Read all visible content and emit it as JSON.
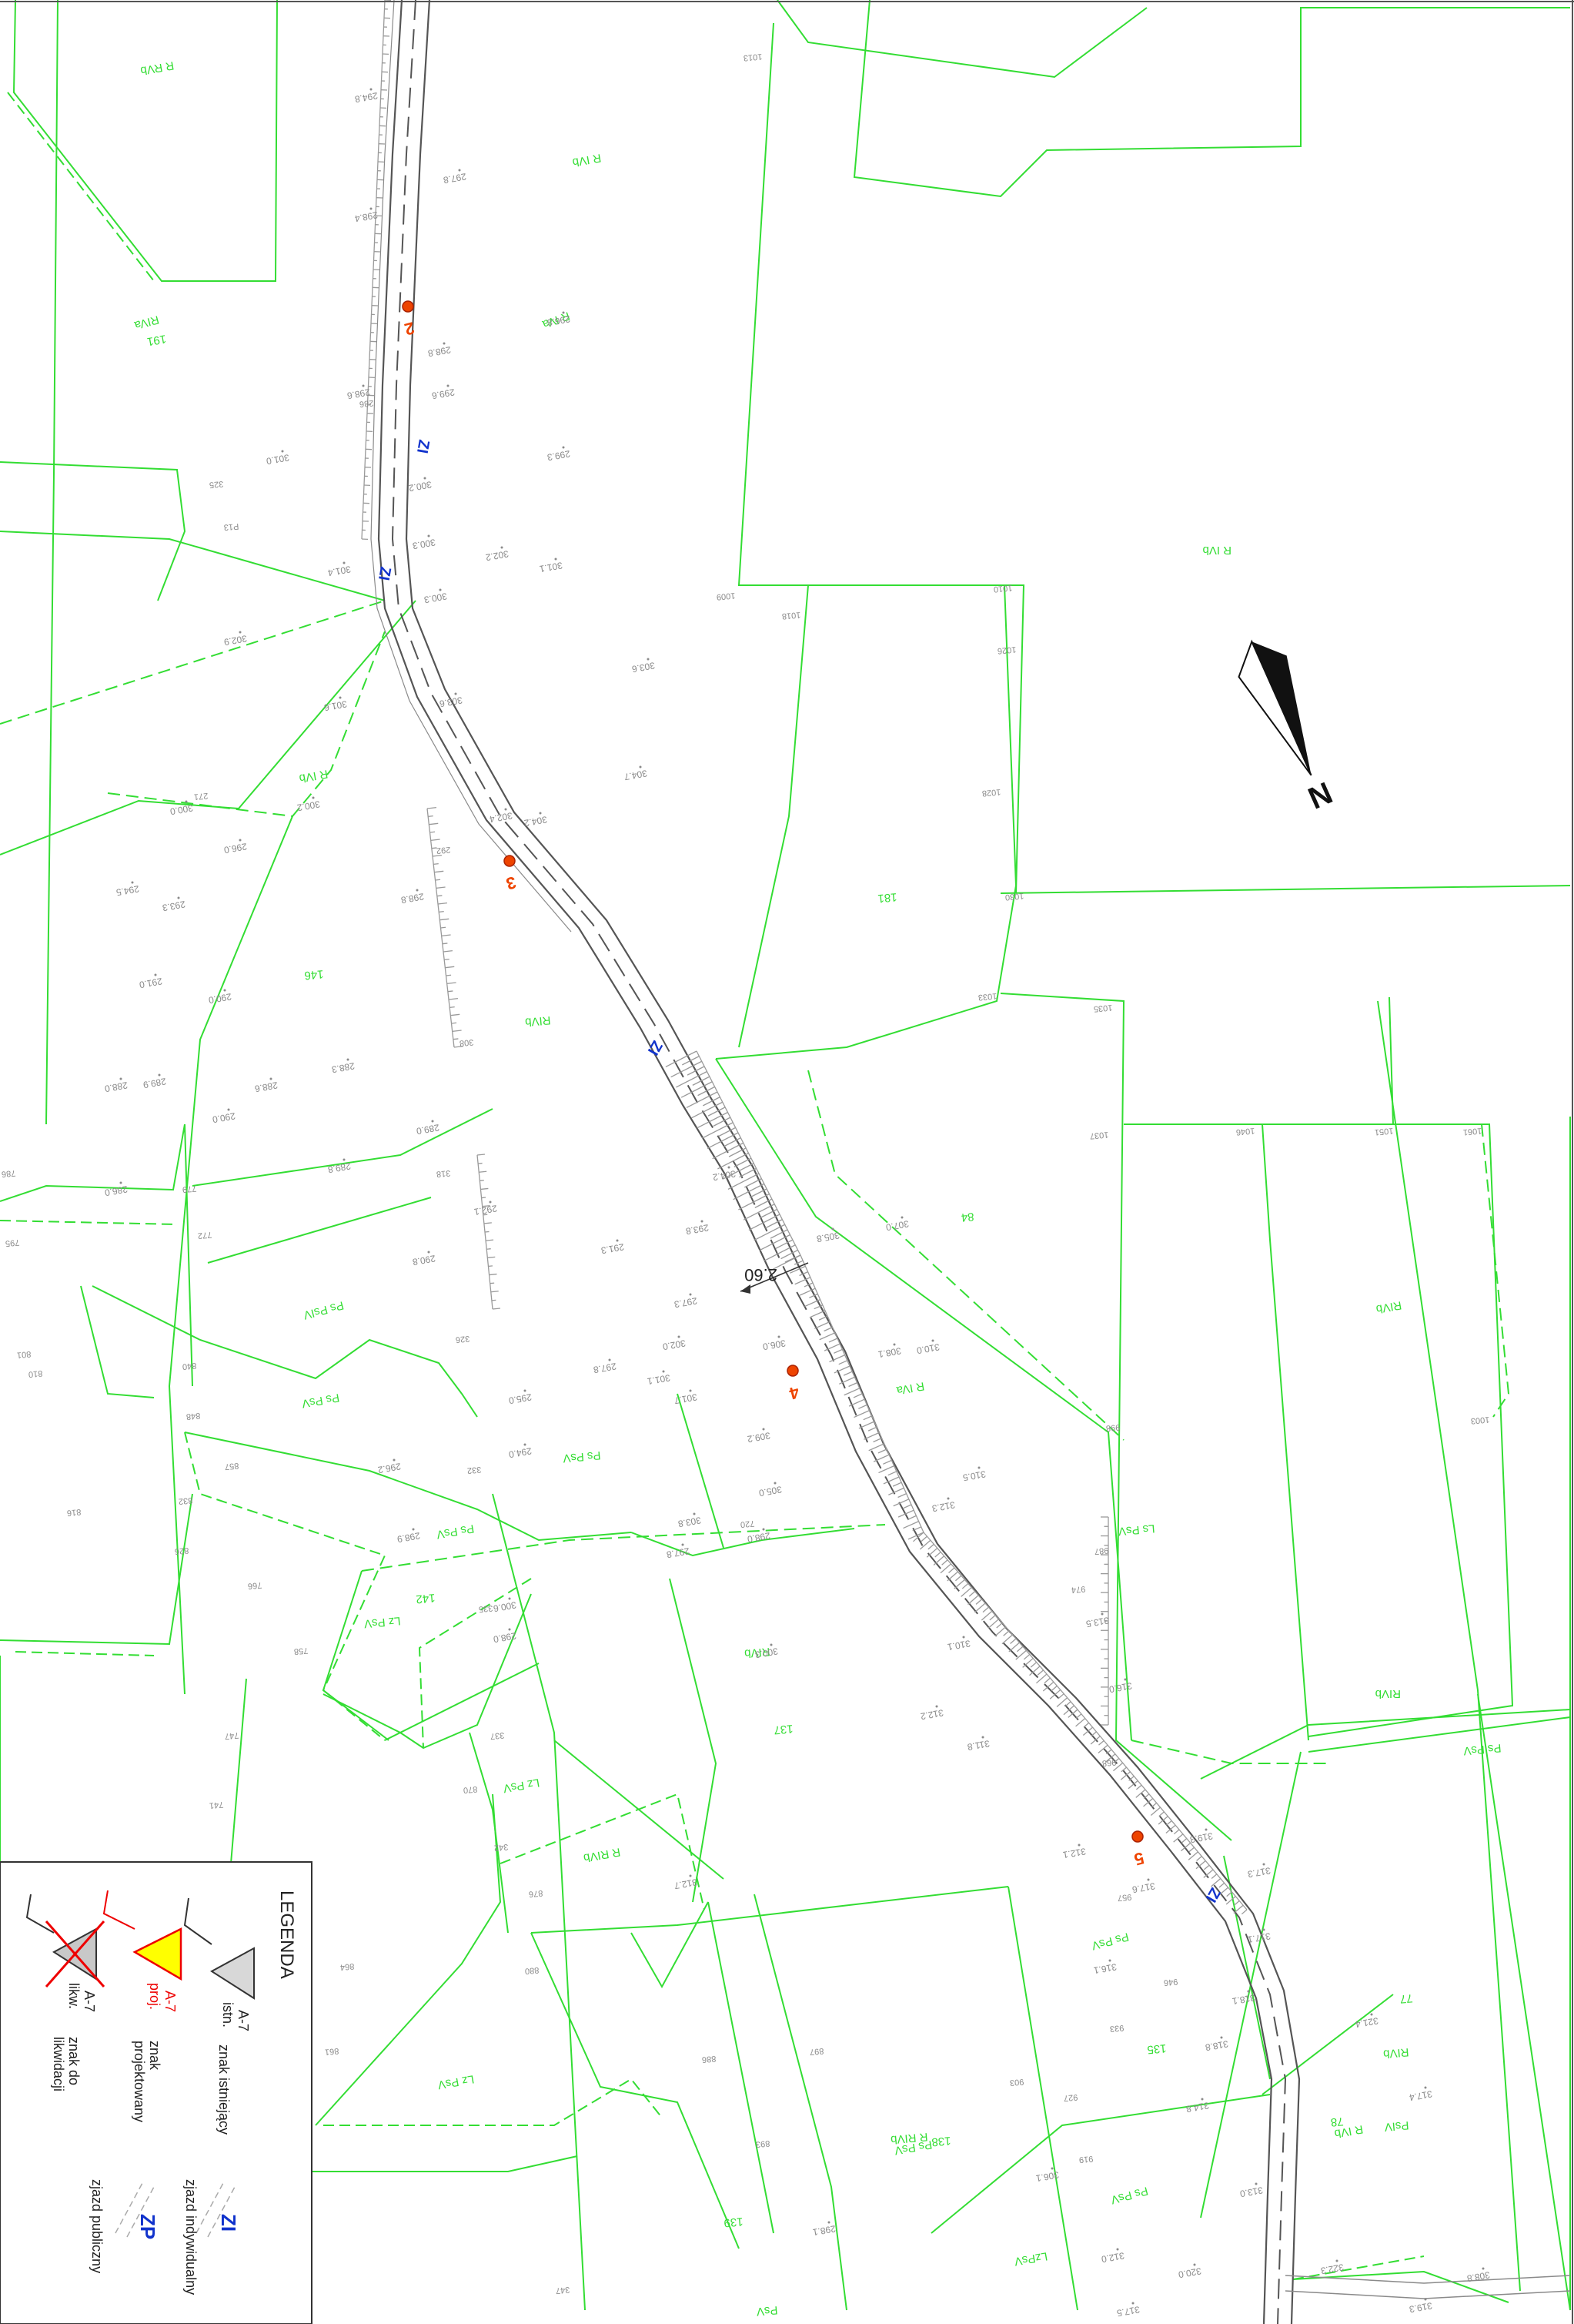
{
  "map": {
    "colors": {
      "background": "#ffffff",
      "parcel": "#33dd33",
      "road": "#555555",
      "elevation": "#8a8a8a",
      "sign_marker": "#ee4400",
      "driveway": "#1133cc",
      "frame": "#333333",
      "legend_existing_fill": "#d8d8d8",
      "legend_project_fill": "#ffff00",
      "legend_project_text": "#ee0000",
      "legend_remove_mark": "#ee0000"
    },
    "north_label": "N",
    "road_labels": {
      "dimension": "2.60",
      "sign_numbers": [
        "2",
        "3",
        "4",
        "5"
      ],
      "driveway_codes": [
        "ZI",
        "ZI",
        "ZI",
        "ZI"
      ]
    },
    "parcel_labels": [
      {
        "text": "R RVb"
      },
      {
        "text": "RIVa"
      },
      {
        "text": "R IVb"
      },
      {
        "text": "R IVa"
      },
      {
        "text": "R IVb"
      },
      {
        "text": "RIVb"
      },
      {
        "text": "Ps PsIV"
      },
      {
        "text": "Ps PsV"
      },
      {
        "text": "R IVa"
      },
      {
        "text": "R IVb"
      },
      {
        "text": "RIVb"
      },
      {
        "text": "Ps PsV"
      },
      {
        "text": "Ps PsV"
      },
      {
        "text": "Lz PsV"
      },
      {
        "text": "Lz PsV"
      },
      {
        "text": "Ls PsV"
      },
      {
        "text": "R RIVb"
      },
      {
        "text": "RIVb"
      },
      {
        "text": "R IVb"
      },
      {
        "text": "Ps PsV"
      },
      {
        "text": "R RIVb"
      },
      {
        "text": "Ps PsV"
      },
      {
        "text": "RIVb"
      },
      {
        "text": "Ps PsV"
      },
      {
        "text": "LzPsV"
      },
      {
        "text": "PsV"
      },
      {
        "text": "RIVb"
      },
      {
        "text": "Lz PsV"
      },
      {
        "text": "PsIV"
      },
      {
        "text": "Ps PsV"
      }
    ],
    "parcel_numbers": [
      {
        "text": "181"
      },
      {
        "text": "191"
      },
      {
        "text": "146"
      },
      {
        "text": "84"
      },
      {
        "text": "137"
      },
      {
        "text": "142"
      },
      {
        "text": "77"
      },
      {
        "text": "78"
      },
      {
        "text": "135"
      },
      {
        "text": "138"
      },
      {
        "text": "139"
      }
    ],
    "elevations": [
      {
        "text": "294.8"
      },
      {
        "text": "297.8"
      },
      {
        "text": "296.8"
      },
      {
        "text": "298.4"
      },
      {
        "text": "298.8"
      },
      {
        "text": "299.6"
      },
      {
        "text": "298.6"
      },
      {
        "text": "299.3"
      },
      {
        "text": "300.2"
      },
      {
        "text": "301.0"
      },
      {
        "text": "300.3"
      },
      {
        "text": "301.1"
      },
      {
        "text": "302.2"
      },
      {
        "text": "303.6"
      },
      {
        "text": "301.4"
      },
      {
        "text": "300.3"
      },
      {
        "text": "303.6"
      },
      {
        "text": "302.9"
      },
      {
        "text": "301.6"
      },
      {
        "text": "304.2"
      },
      {
        "text": "304.7"
      },
      {
        "text": "302.4"
      },
      {
        "text": "298.8"
      },
      {
        "text": "300.2"
      },
      {
        "text": "300.0"
      },
      {
        "text": "296.0"
      },
      {
        "text": "293.3"
      },
      {
        "text": "294.5"
      },
      {
        "text": "291.0"
      },
      {
        "text": "290.0"
      },
      {
        "text": "288.0"
      },
      {
        "text": "289.9"
      },
      {
        "text": "288.6"
      },
      {
        "text": "286.0"
      },
      {
        "text": "288.3"
      },
      {
        "text": "289.0"
      },
      {
        "text": "290.0"
      },
      {
        "text": "289.8"
      },
      {
        "text": "292.1"
      },
      {
        "text": "291.3"
      },
      {
        "text": "290.8"
      },
      {
        "text": "293.8"
      },
      {
        "text": "297.3"
      },
      {
        "text": "302.0"
      },
      {
        "text": "301.1"
      },
      {
        "text": "304.2"
      },
      {
        "text": "305.8"
      },
      {
        "text": "307.0"
      },
      {
        "text": "306.0"
      },
      {
        "text": "308.1"
      },
      {
        "text": "310.0"
      },
      {
        "text": "310.5"
      },
      {
        "text": "312.3"
      },
      {
        "text": "309.2"
      },
      {
        "text": "305.0"
      },
      {
        "text": "303.8"
      },
      {
        "text": "301.7"
      },
      {
        "text": "297.8"
      },
      {
        "text": "295.0"
      },
      {
        "text": "294.0"
      },
      {
        "text": "296.2"
      },
      {
        "text": "298.9"
      },
      {
        "text": "300.6"
      },
      {
        "text": "298.0"
      },
      {
        "text": "297.8"
      },
      {
        "text": "298.0"
      },
      {
        "text": "300.3"
      },
      {
        "text": "310.1"
      },
      {
        "text": "312.2"
      },
      {
        "text": "316.0"
      },
      {
        "text": "313.5"
      },
      {
        "text": "311.8"
      },
      {
        "text": "312.1"
      },
      {
        "text": "317.6"
      },
      {
        "text": "319.3"
      },
      {
        "text": "317.3"
      },
      {
        "text": "317.1"
      },
      {
        "text": "318.1"
      },
      {
        "text": "321.4"
      },
      {
        "text": "318.8"
      },
      {
        "text": "317.4"
      },
      {
        "text": "314.8"
      },
      {
        "text": "313.0"
      },
      {
        "text": "312.0"
      },
      {
        "text": "317.5"
      },
      {
        "text": "320.0"
      },
      {
        "text": "322.3"
      },
      {
        "text": "319.3"
      },
      {
        "text": "308.8"
      },
      {
        "text": "306.1"
      },
      {
        "text": "298.1"
      },
      {
        "text": "312.7"
      },
      {
        "text": "316.1"
      }
    ],
    "point_numbers": [
      {
        "text": "P13"
      },
      {
        "text": "325"
      },
      {
        "text": "286"
      },
      {
        "text": "271"
      },
      {
        "text": "292"
      },
      {
        "text": "308"
      },
      {
        "text": "318"
      },
      {
        "text": "326"
      },
      {
        "text": "332"
      },
      {
        "text": "335"
      },
      {
        "text": "337"
      },
      {
        "text": "342"
      },
      {
        "text": "347"
      },
      {
        "text": "1013"
      },
      {
        "text": "1009"
      },
      {
        "text": "1018"
      },
      {
        "text": "1010"
      },
      {
        "text": "1026"
      },
      {
        "text": "1028"
      },
      {
        "text": "1030"
      },
      {
        "text": "1033"
      },
      {
        "text": "1035"
      },
      {
        "text": "1037"
      },
      {
        "text": "1046"
      },
      {
        "text": "1051"
      },
      {
        "text": "1061"
      },
      {
        "text": "1003"
      },
      {
        "text": "998"
      },
      {
        "text": "987"
      },
      {
        "text": "974"
      },
      {
        "text": "968"
      },
      {
        "text": "957"
      },
      {
        "text": "946"
      },
      {
        "text": "933"
      },
      {
        "text": "927"
      },
      {
        "text": "919"
      },
      {
        "text": "903"
      },
      {
        "text": "897"
      },
      {
        "text": "893"
      },
      {
        "text": "886"
      },
      {
        "text": "880"
      },
      {
        "text": "876"
      },
      {
        "text": "870"
      },
      {
        "text": "864"
      },
      {
        "text": "861"
      },
      {
        "text": "857"
      },
      {
        "text": "848"
      },
      {
        "text": "840"
      },
      {
        "text": "832"
      },
      {
        "text": "826"
      },
      {
        "text": "816"
      },
      {
        "text": "810"
      },
      {
        "text": "801"
      },
      {
        "text": "795"
      },
      {
        "text": "786"
      },
      {
        "text": "779"
      },
      {
        "text": "772"
      },
      {
        "text": "766"
      },
      {
        "text": "758"
      },
      {
        "text": "747"
      },
      {
        "text": "741"
      },
      {
        "text": "729"
      },
      {
        "text": "720"
      }
    ]
  },
  "legend": {
    "title": "LEGENDA",
    "sign_existing": {
      "code": "A-7",
      "tag": "istn.",
      "desc": "znak istniejący"
    },
    "sign_project": {
      "code": "A-7",
      "tag": "proj.",
      "desc_1": "znak",
      "desc_2": "projektowany"
    },
    "sign_remove": {
      "code": "A-7",
      "tag": "likw.",
      "desc_1": "znak do",
      "desc_2": "likwidacji"
    },
    "driveway_individual": {
      "code": "ZI",
      "desc": "zjazd indywidualny"
    },
    "driveway_public": {
      "code": "ZP",
      "desc": "zjazd publiczny"
    }
  }
}
